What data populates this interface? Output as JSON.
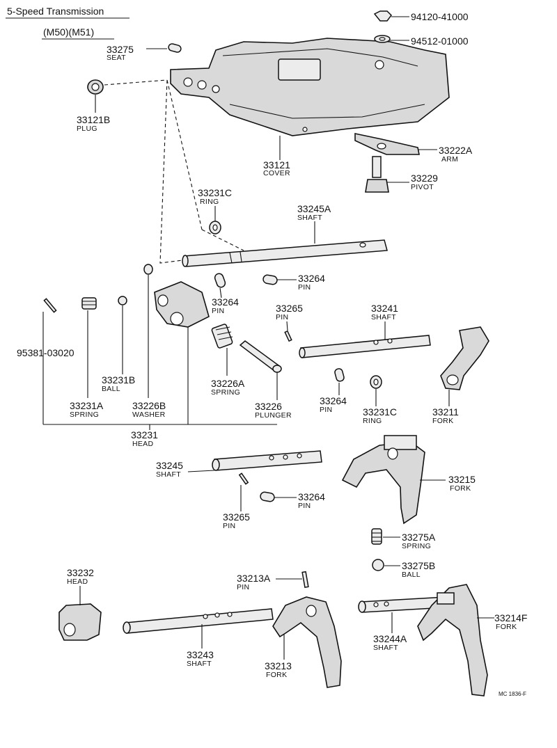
{
  "header": {
    "title": "5-Speed Transmission",
    "subtitle": "(M50)(M51)"
  },
  "diagram_code": "MC 1836-F",
  "parts": [
    {
      "id": "p94120",
      "number": "94120-41000",
      "name": ""
    },
    {
      "id": "p94512",
      "number": "94512-01000",
      "name": ""
    },
    {
      "id": "p33275",
      "number": "33275",
      "name": "SEAT"
    },
    {
      "id": "p33121B",
      "number": "33121B",
      "name": "PLUG"
    },
    {
      "id": "p33121",
      "number": "33121",
      "name": "COVER"
    },
    {
      "id": "p33222A",
      "number": "33222A",
      "name": "ARM"
    },
    {
      "id": "p33229",
      "number": "33229",
      "name": "PIVOT"
    },
    {
      "id": "p33231C_top",
      "number": "33231C",
      "name": "RING"
    },
    {
      "id": "p33245A",
      "number": "33245A",
      "name": "SHAFT"
    },
    {
      "id": "p33264_a",
      "number": "33264",
      "name": "PIN"
    },
    {
      "id": "p33264_b",
      "number": "33264",
      "name": "PIN"
    },
    {
      "id": "p33265_a",
      "number": "33265",
      "name": "PIN"
    },
    {
      "id": "p33241",
      "number": "33241",
      "name": "SHAFT"
    },
    {
      "id": "p95381",
      "number": "95381-03020",
      "name": ""
    },
    {
      "id": "p33231B",
      "number": "33231B",
      "name": "BALL"
    },
    {
      "id": "p33226A",
      "number": "33226A",
      "name": "SPRING"
    },
    {
      "id": "p33231A",
      "number": "33231A",
      "name": "SPRING"
    },
    {
      "id": "p33226B",
      "number": "33226B",
      "name": "WASHER"
    },
    {
      "id": "p33226",
      "number": "33226",
      "name": "PLUNGER"
    },
    {
      "id": "p33231",
      "number": "33231",
      "name": "HEAD"
    },
    {
      "id": "p33264_c",
      "number": "33264",
      "name": "PIN"
    },
    {
      "id": "p33231C_mid",
      "number": "33231C",
      "name": "RING"
    },
    {
      "id": "p33211",
      "number": "33211",
      "name": "FORK"
    },
    {
      "id": "p33245",
      "number": "33245",
      "name": "SHAFT"
    },
    {
      "id": "p33215",
      "number": "33215",
      "name": "FORK"
    },
    {
      "id": "p33265_b",
      "number": "33265",
      "name": "PIN"
    },
    {
      "id": "p33264_d",
      "number": "33264",
      "name": "PIN"
    },
    {
      "id": "p33275A",
      "number": "33275A",
      "name": "SPRING"
    },
    {
      "id": "p33275B",
      "number": "33275B",
      "name": "BALL"
    },
    {
      "id": "p33232",
      "number": "33232",
      "name": "HEAD"
    },
    {
      "id": "p33213A",
      "number": "33213A",
      "name": "PIN"
    },
    {
      "id": "p33214F",
      "number": "33214F",
      "name": "FORK"
    },
    {
      "id": "p33244A",
      "number": "33244A",
      "name": "SHAFT"
    },
    {
      "id": "p33243",
      "number": "33243",
      "name": "SHAFT"
    },
    {
      "id": "p33213",
      "number": "33213",
      "name": "FORK"
    }
  ]
}
